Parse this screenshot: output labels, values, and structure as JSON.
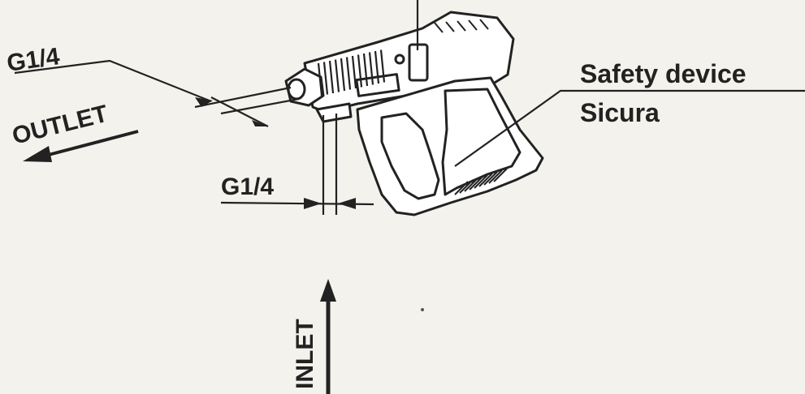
{
  "labels": {
    "outlet_thread": "G1/4",
    "outlet": "OUTLET",
    "inlet_thread": "G1/4",
    "inlet": "INLET",
    "safety_device": "Safety device",
    "safety_device_it": "Sicura"
  },
  "colors": {
    "background": "#f4f2ec",
    "ink": "#222222"
  }
}
